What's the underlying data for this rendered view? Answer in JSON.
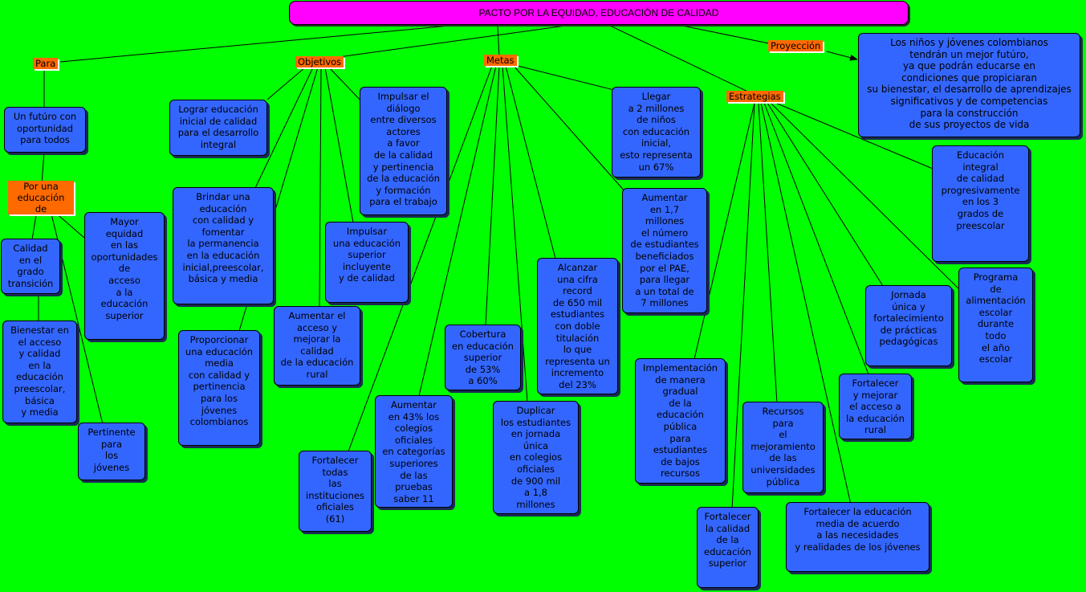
{
  "title": "PACTO POR LA EQUIDAD, EDUCACIÓN DE CALIDAD",
  "labels": {
    "para": "Para",
    "objetivos": "Objetivos",
    "metas": "Metas",
    "proyeccion": "Proyección",
    "estrategias": "Estrategias",
    "por_una": "Por una\neducación de"
  },
  "para": {
    "futuro": "Un futúro con\noportunidad\npara todos",
    "calidad_transicion": "Calidad\nen el\ngrado\ntransición",
    "bienestar": "Bienestar en\nel acceso\ny calidad\nen la\neducación\npreescolar,\nbásica\ny media",
    "mayor_equidad": "Mayor\nequidad\nen las\noportunidades\nde\nacceso\na la\neducación\nsuperior",
    "pertinente": "Pertinente\npara\nlos\njóvenes"
  },
  "objetivos": {
    "inicial": "Lograr educación\ninicial de calidad\npara el desarrollo\nintegral",
    "brindar": "Brindar una\neducación\ncon calidad y\nfomentar\nla permanencia\nen la educación\ninicial,preescolar,\nbásica y media",
    "proporcionar": "Proporcionar\nuna educación\nmedia\ncon calidad y\npertinencia\npara los\njóvenes\ncolombianos",
    "rural": "Aumentar el\nacceso y\nmejorar la\ncalidad\nde la educación\nrural",
    "superior": "Impulsar\nuna educación\nsuperior\nincluyente\ny de calidad",
    "dialogo": "Impulsar el\ndiálogo\nentre diversos\nactores\na favor\nde la calidad\ny pertinencia\nde la educación\ny formación\npara el trabajo"
  },
  "metas": {
    "fortalecer_inst": "Fortalecer\ntodas\nlas\ninstituciones\noficiales\n(61)",
    "aumentar_43": "Aumentar\nen 43% los\ncolegios\noficiales\nen categorías\nsuperiores\nde las\npruebas\nsaber 11",
    "cobertura": "Cobertura\nen educación\nsuperior\nde 53%\na 60%",
    "duplicar": "Duplicar\nlos estudiantes\nen jornada\núnica\nen colegios\noficiales\nde 900 mil\na 1,8\nmillones",
    "alcanzar": "Alcanzar\nuna cifra\nrecord\nde 650 mil\nestudiantes\ncon doble\ntitulación\nlo que\nrepresenta un\nincremento\ndel 23%",
    "llegar": "Llegar\na 2 millones\nde niños\ncon educación\ninicial,\nesto representa\nun 67%",
    "pae": "Aumentar\nen 1,7\nmillones\nel número\nde estudiantes\nbeneficiados\npor el PAE,\npara llegar\na un total de\n7 millones"
  },
  "proyeccion": {
    "text": "Los niños y jóvenes colombianos\ntendrán un mejor futúro,\nya que podrán educarse en\ncondiciones que propiciaran\nsu bienestar, el desarrollo de aprendizajes\nsignificativos y de competencias\npara la construcción\nde sus proyectos de vida"
  },
  "estrategias": {
    "preescolar": "Educación\nintegral\nde calidad\nprogresivamente\nen los 3\ngrados de\npreescolar",
    "alimentacion": "Programa\nde\nalimentación\nescolar\ndurante\ntodo\nel año\nescolar",
    "jornada": "Jornada\núnica y\nfortalecimiento\nde prácticas\npedagógicas",
    "fortalecer_rural": "Fortalecer\ny mejorar\nel acceso a\nla educación\nrural",
    "implementacion": "Implementación\nde manera\ngradual\nde la\neducación\npública\npara\nestudiantes\nde bajos\nrecursos",
    "recursos": "Recursos\npara\nel\nmejoramiento\nde las\nuniversidades\npública",
    "media": "Fortalecer la educación\nmedia de acuerdo\na las necesidades\ny realidades de los jóvenes",
    "fortalecer_superior": "Fortalecer\nla calidad\nde la\neducación\nsuperior"
  }
}
